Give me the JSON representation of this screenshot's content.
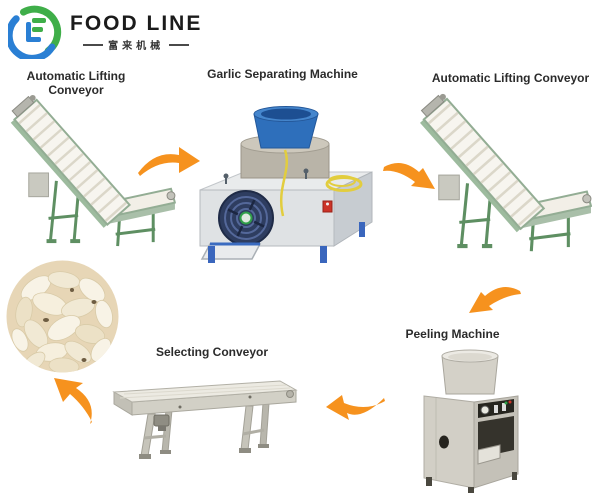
{
  "page": {
    "width": "600",
    "height": "500",
    "background": "#ffffff"
  },
  "logo": {
    "brand": "FOOD LINE",
    "subtitle": "富来机械",
    "blue": "#2a7fd4",
    "green": "#3fae49"
  },
  "stations": [
    {
      "id": "lifting-conveyor-left",
      "label": "Automatic Lifting Conveyor"
    },
    {
      "id": "garlic-separating-machine",
      "label": "Garlic Separating Machine"
    },
    {
      "id": "lifting-conveyor-right",
      "label": "Automatic Lifting Conveyor"
    },
    {
      "id": "peeling-machine",
      "label": "Peeling Machine"
    },
    {
      "id": "selecting-conveyor",
      "label": "Selecting Conveyor"
    },
    {
      "id": "peeled-garlic-result",
      "label": ""
    }
  ],
  "arrows": {
    "color": "#F6921E",
    "sequence": [
      "right",
      "down-right",
      "down-left",
      "left",
      "up-left"
    ]
  }
}
